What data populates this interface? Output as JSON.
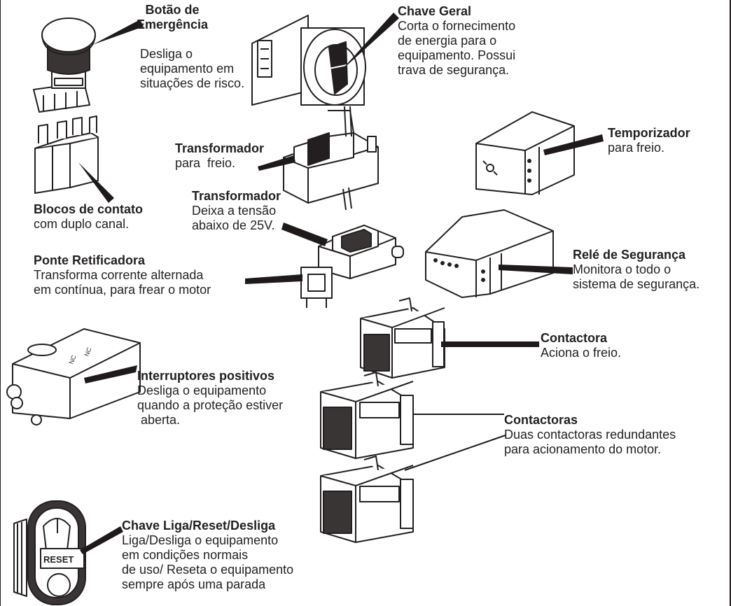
{
  "colors": {
    "ink": "#231f20",
    "paper": "#ffffff",
    "dark": "#1e1a1a"
  },
  "labels": {
    "emergencia": {
      "title": "Botão de\nEmergência",
      "desc": "Desliga o\nequipamento em\nsituações de risco."
    },
    "chave_geral": {
      "title": "Chave Geral",
      "desc": "Corta o fornecimento\nde energia para o\nequipamento. Possui\ntrava de segurança."
    },
    "transformador_freio": {
      "title": "Transformador",
      "desc": "para  freio."
    },
    "temporizador": {
      "title": "Temporizador",
      "desc": "para freio."
    },
    "blocos": {
      "title": "Blocos de contato",
      "desc": "com duplo canal."
    },
    "transformador_25v": {
      "title": "Transformador",
      "desc": "Deixa a tensão\nabaixo de 25V."
    },
    "ponte": {
      "title": "Ponte Retificadora",
      "desc": "Transforma corrente alternada\nem contínua, para frear o motor"
    },
    "rele": {
      "title": "Relé de Segurança",
      "desc": "Monitora o todo o\nsistema de segurança."
    },
    "contactora": {
      "title": "Contactora",
      "desc": "Aciona o freio."
    },
    "interruptores": {
      "title": "Interruptores positivos",
      "desc": "Desliga o equipamento\nquando a proteção estiver\n aberta."
    },
    "contactoras": {
      "title": "Contactoras",
      "desc": "Duas contactoras redundantes\npara acionamento do motor."
    },
    "chave_liga": {
      "title": "Chave Liga/Reset/Desliga",
      "desc": "Liga/Desliga o equipamento\nem condições normais\nde uso/ Reseta o equipamento\nsempre após uma parada"
    }
  },
  "device_marks": {
    "reset_button": "RESET",
    "interruptor_nc_1": "NC",
    "interruptor_nc_2": "NC"
  }
}
